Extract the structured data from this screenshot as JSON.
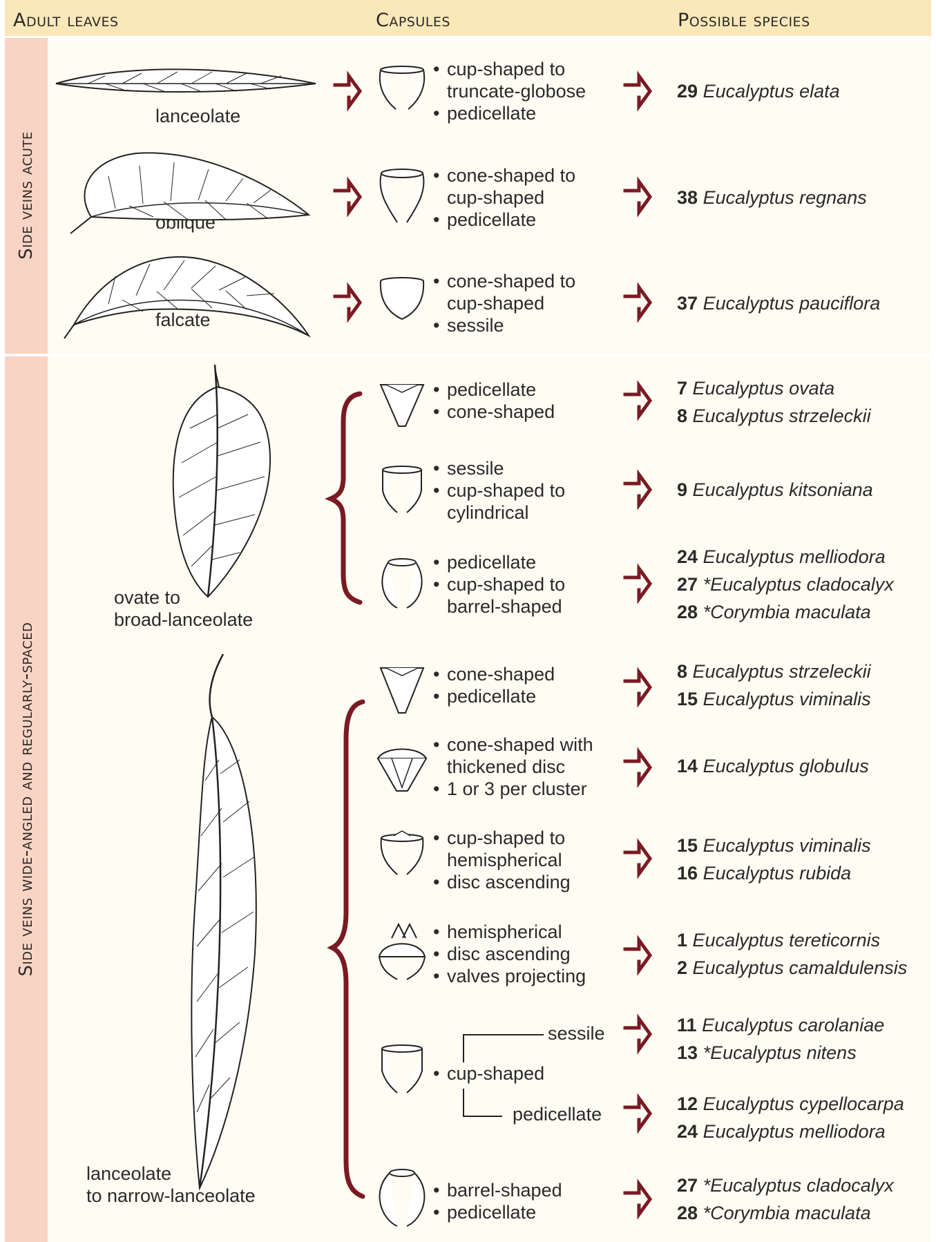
{
  "header": {
    "col1": "Adult leaves",
    "col2": "Capsules",
    "col3": "Possible species"
  },
  "colors": {
    "header_bg": "#fbe8b8",
    "label_bg": "#f9d3c3",
    "section_bg": "#fffcf3",
    "accent": "#7a1a22",
    "line": "#222222"
  },
  "section1": {
    "label": "Side veins acute",
    "leaves": {
      "l1": "lanceolate",
      "l2": "oblique",
      "l3": "falcate"
    },
    "rows": {
      "r1": {
        "b1": "cup-shaped to",
        "b1b": "truncate-globose",
        "b2": "pedicellate",
        "sp1num": "29",
        "sp1": "Eucalyptus elata"
      },
      "r2": {
        "b1": "cone-shaped to",
        "b1b": "cup-shaped",
        "b2": "pedicellate",
        "sp1num": "38",
        "sp1": "Eucalyptus regnans"
      },
      "r3": {
        "b1": "cone-shaped to",
        "b1b": "cup-shaped",
        "b2": "sessile",
        "sp1num": "37",
        "sp1": "Eucalyptus pauciflora"
      }
    }
  },
  "section2": {
    "label": "Side veins wide-angled and regularly-spaced",
    "leaves": {
      "l1a": "ovate to",
      "l1b": "broad-lanceolate",
      "l2a": "lanceolate",
      "l2b": "to narrow-lanceolate"
    },
    "rows": {
      "r1": {
        "b1": "pedicellate",
        "b2": "cone-shaped",
        "sp1num": "7",
        "sp1": "Eucalyptus ovata",
        "sp2num": "8",
        "sp2": "Eucalyptus strzeleckii"
      },
      "r2": {
        "b1": "sessile",
        "b2": "cup-shaped to",
        "b2b": "cylindrical",
        "sp1num": "9",
        "sp1": "Eucalyptus kitsoniana"
      },
      "r3": {
        "b1": "pedicellate",
        "b2": "cup-shaped to",
        "b2b": "barrel-shaped",
        "sp1num": "24",
        "sp1": "Eucalyptus melliodora",
        "sp2num": "27",
        "sp2": "*Eucalyptus cladocalyx",
        "sp3num": "28",
        "sp3": "*Corymbia maculata"
      },
      "r4": {
        "b1": "cone-shaped",
        "b2": "pedicellate",
        "sp1num": "8",
        "sp1": "Eucalyptus strzeleckii",
        "sp2num": "15",
        "sp2": "Eucalyptus viminalis"
      },
      "r5": {
        "b1": "cone-shaped with",
        "b1b": "thickened disc",
        "b2": "1 or 3 per cluster",
        "sp1num": "14",
        "sp1": "Eucalyptus globulus"
      },
      "r6": {
        "b1": "cup-shaped to",
        "b1b": "hemispherical",
        "b2": "disc ascending",
        "sp1num": "15",
        "sp1": "Eucalyptus viminalis",
        "sp2num": "16",
        "sp2": "Eucalyptus rubida"
      },
      "r7": {
        "b1": "hemispherical",
        "b2": "disc ascending",
        "b3": "valves projecting",
        "sp1num": "1",
        "sp1": "Eucalyptus tereticornis",
        "sp2num": "2",
        "sp2": "Eucalyptus camaldulensis"
      },
      "r8": {
        "b1": "cup-shaped",
        "sub1": "sessile",
        "sub2": "pedicellate",
        "sp1num": "11",
        "sp1": "Eucalyptus carolaniae",
        "sp2num": "13",
        "sp2": "*Eucalyptus nitens",
        "sp3num": "12",
        "sp3": "Eucalyptus cypellocarpa",
        "sp4num": "24",
        "sp4": "Eucalyptus melliodora"
      },
      "r9": {
        "b1": "barrel-shaped",
        "b2": "pedicellate",
        "sp1num": "27",
        "sp1": "*Eucalyptus cladocalyx",
        "sp2num": "28",
        "sp2": "*Corymbia maculata"
      }
    }
  }
}
